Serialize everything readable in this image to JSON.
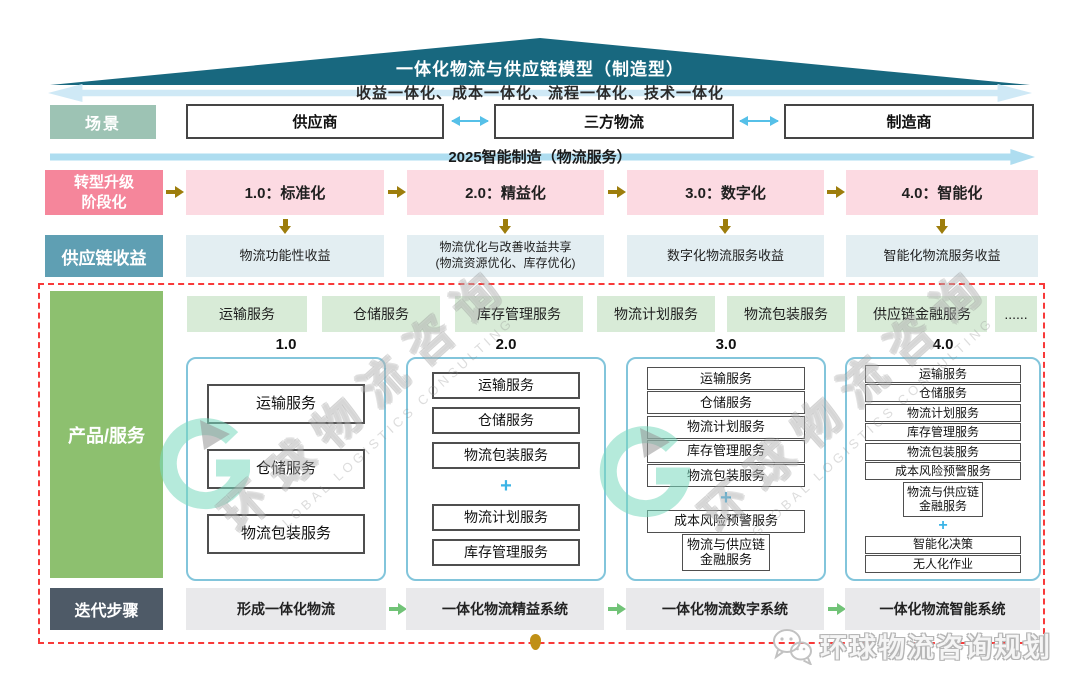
{
  "banner": {
    "title": "一体化物流与供应链模型（制造型）"
  },
  "integration_band": {
    "label": "收益一体化、成本一体化、流程一体化、技术一体化"
  },
  "scene": {
    "label": "场景",
    "supplier": "供应商",
    "third_party_logistics": "三方物流",
    "manufacturer": "制造商"
  },
  "smart_band": {
    "label": "2025智能制造（物流服务）"
  },
  "stages": {
    "label_line1": "转型升级",
    "label_line2": "阶段化",
    "items": [
      "1.0：标准化",
      "2.0：精益化",
      "3.0：数字化",
      "4.0：智能化"
    ]
  },
  "income": {
    "label": "供应链收益",
    "items": [
      {
        "text": "物流功能性收益"
      },
      {
        "line1": "物流优化与改善收益共享",
        "line2": "(物流资源优化、库存优化)"
      },
      {
        "text": "数字化物流服务收益"
      },
      {
        "text": "智能化物流服务收益"
      }
    ]
  },
  "products": {
    "label": "产品/服务",
    "chips": [
      "运输服务",
      "仓储服务",
      "库存管理服务",
      "物流计划服务",
      "物流包装服务",
      "供应链金融服务",
      "......"
    ],
    "columns": [
      {
        "version": "1.0",
        "items": [
          "运输服务",
          "仓储服务",
          "物流包装服务"
        ]
      },
      {
        "version": "2.0",
        "items": [
          "运输服务",
          "仓储服务",
          "物流包装服务",
          "+",
          "物流计划服务",
          "库存管理服务"
        ]
      },
      {
        "version": "3.0",
        "items": [
          "运输服务",
          "仓储服务",
          "物流计划服务",
          "库存管理服务",
          "物流包装服务",
          "+",
          "成本风险预警服务",
          "物流与供应链金融服务"
        ]
      },
      {
        "version": "4.0",
        "items": [
          "运输服务",
          "仓储服务",
          "物流计划服务",
          "库存管理服务",
          "物流包装服务",
          "成本风险预警服务",
          "物流与供应链金融服务",
          "+",
          "智能化决策",
          "无人化作业"
        ]
      }
    ]
  },
  "iteration": {
    "label": "迭代步骤",
    "items": [
      "形成一体化物流",
      "一体化物流精益系统",
      "一体化物流数字系统",
      "一体化物流智能系统"
    ]
  },
  "watermark": {
    "cn": "环球物流咨询",
    "en": "GLOBAL LOGISTICS CONSULTING",
    "footer": "环球物流咨询规划"
  },
  "colors": {
    "banner_teal": "#18687f",
    "integration_band_blue": "#cfe9f6",
    "smart_band_blue": "#aeddf0",
    "scene_label_green": "#9dc3b4",
    "stage_pink_label": "#f5869b",
    "stage_pink_box": "#fcdae2",
    "gold_arrow": "#9d7d0c",
    "income_teal_label": "#5f9fb3",
    "income_box_blue": "#e3eef2",
    "product_green_label": "#8dc06f",
    "service_chip_green": "#d8ebd7",
    "column_border_blue": "#82c5db",
    "plus_blue": "#3cb4e6",
    "iteration_dark_label": "#4e5a67",
    "iteration_box_gray": "#e9e9eb",
    "green_arrow": "#71c377",
    "dashed_red": "#f83a3a",
    "connector_blue": "#56c0e8"
  }
}
